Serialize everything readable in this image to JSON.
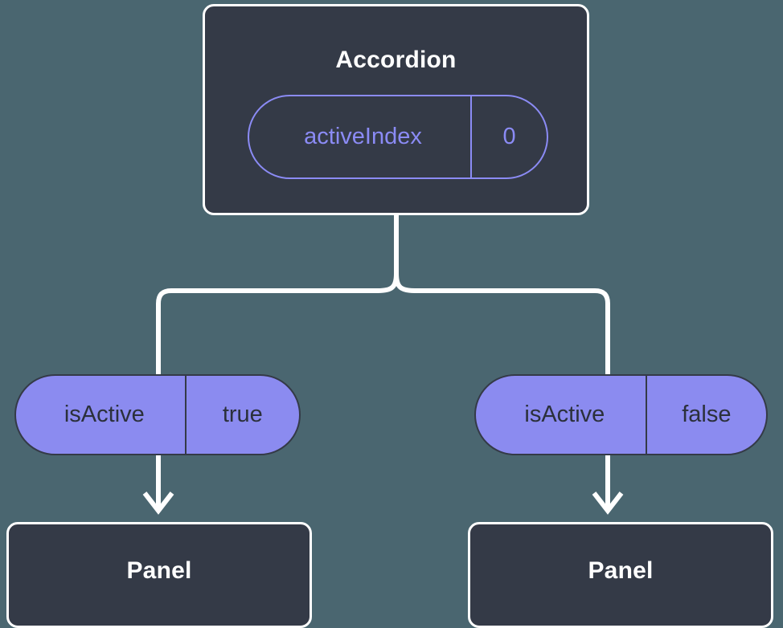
{
  "diagram": {
    "type": "component-state-tree",
    "background_color": "#4a6670",
    "node_fill_color": "#343a47",
    "node_border_color": "#ffffff",
    "accent_color": "#8b8bf5",
    "pill_fill_color": "#8b8bf0",
    "pill_text_color": "#2b303b",
    "connector_color": "#ffffff"
  },
  "root": {
    "title": "Accordion",
    "prop": {
      "key": "activeIndex",
      "value": "0",
      "style": "outline"
    }
  },
  "branches": [
    {
      "prop": {
        "key": "isActive",
        "value": "true",
        "style": "filled"
      },
      "child": {
        "title": "Panel"
      }
    },
    {
      "prop": {
        "key": "isActive",
        "value": "false",
        "style": "filled"
      },
      "child": {
        "title": "Panel"
      }
    }
  ]
}
